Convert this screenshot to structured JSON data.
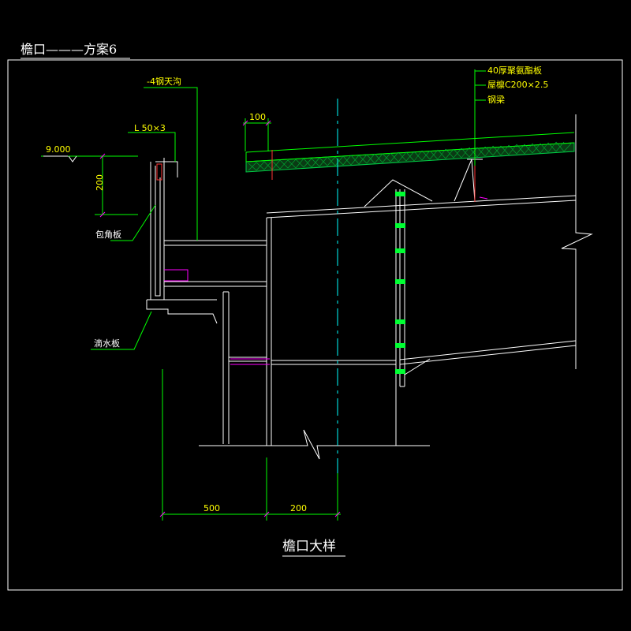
{
  "drawing": {
    "title": "檐口———方案6",
    "caption": "檐口大样",
    "labels": {
      "gutter": "-4钢天沟",
      "angle_steel": "L 50×3",
      "elevation": "9.000",
      "height_200": "200",
      "corner_plate": "包角板",
      "drip_plate": "滴水板",
      "dim_100": "100",
      "dim_500": "500",
      "dim_200_bottom": "200",
      "roof_panel": "40厚聚氨酯板",
      "purlin": "屋檩C200×2.5",
      "steel_beam": "钢梁"
    },
    "colors": {
      "background": "#000000",
      "frame": "#ffffff",
      "structure": "#ffffff",
      "leader": "#00ff00",
      "text_yellow": "#ffff00",
      "insulation": "#00cc44",
      "bolt": "#00ff33",
      "accent": "#ff00ff",
      "section_mark": "#ff3333"
    }
  }
}
